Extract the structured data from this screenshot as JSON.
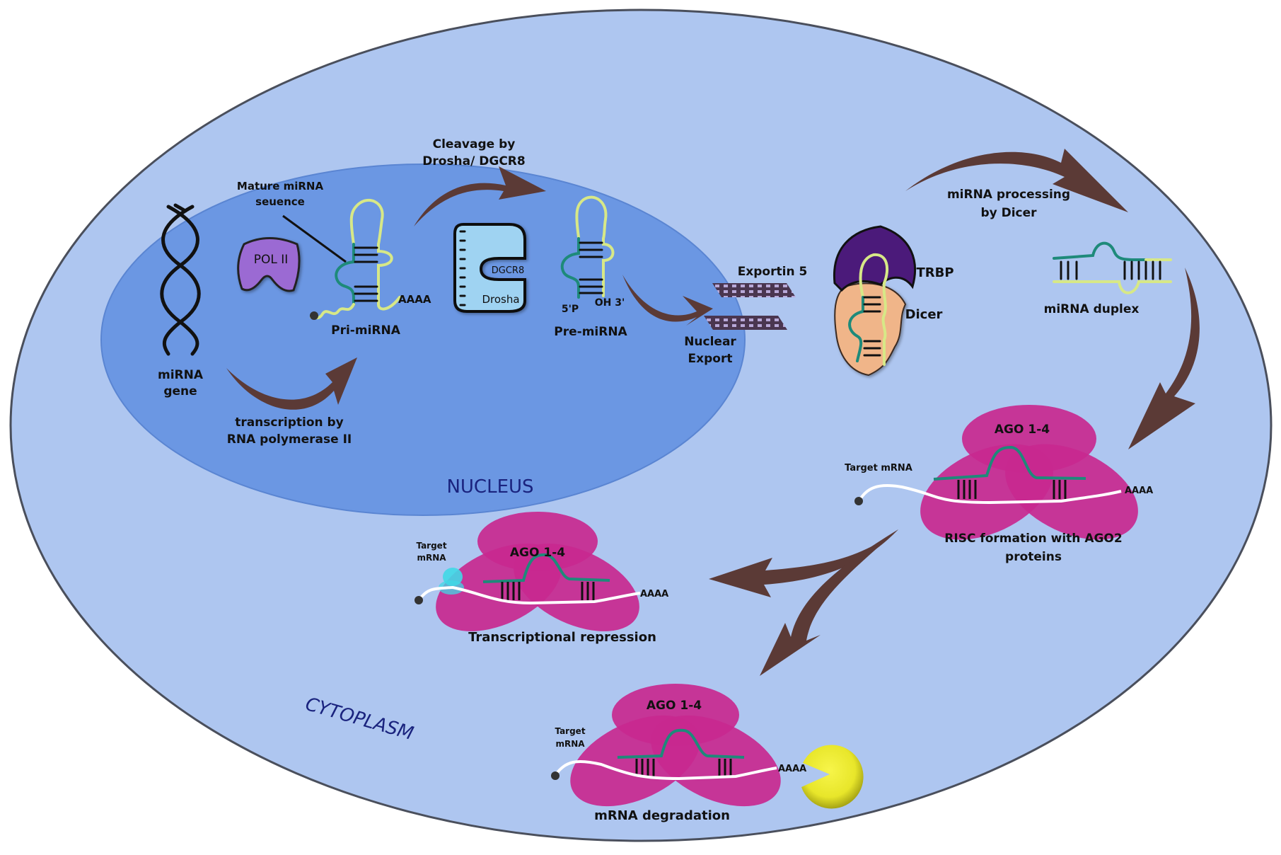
{
  "title": "miRNA biogenesis and mechanism of action",
  "colors": {
    "background": "#ffffff",
    "cytoplasm_fill": "#aec6f0",
    "cell_border": "#4a4f5c",
    "nucleus_fill": "#6b97e3",
    "arrow": "#5b3a36",
    "ago_protein": "#c8288f",
    "ago_protein_dark": "#b81d80",
    "mirna_strand": "#1e8a7a",
    "passenger_strand": "#d7e887",
    "target_mrna": "#ffffff",
    "pol2": "#9b6bd3",
    "drosha": "#9fd3f2",
    "trbp": "#4b1a7a",
    "dicer": "#f0b589",
    "exportin": "#4a3650",
    "exonuclease": "#e8e62a",
    "cap_cap": "#333333",
    "region_label": "#1a237e",
    "repression_blocker": "#40d8e6"
  },
  "regions": {
    "nucleus": "NUCLEUS",
    "cytoplasm": "CYTOPLASM"
  },
  "nucleus": {
    "gene_label_line1": "miRNA",
    "gene_label_line2": "gene",
    "pol2_label": "POL II",
    "transcription_line1": "transcription by",
    "transcription_line2": "RNA polymerase II",
    "mature_seq_line1": "Mature miRNA",
    "mature_seq_line2": "seuence",
    "pri_mirna_label": "Pri-miRNA",
    "polya": "AAAA",
    "cleavage_line1": "Cleavage by",
    "cleavage_line2": "Drosha/ DGCR8",
    "dgcr8_label": "DGCR8",
    "drosha_label": "Drosha",
    "pre_mirna_label": "Pre-miRNA",
    "five_prime": "5'P",
    "three_prime": "OH 3'"
  },
  "export": {
    "exportin_label": "Exportin 5",
    "nuclear_export_line1": "Nuclear",
    "nuclear_export_line2": "Export"
  },
  "dicer": {
    "trbp_label": "TRBP",
    "dicer_label": "Dicer",
    "processing_line1": "miRNA processing",
    "processing_line2": "by Dicer",
    "duplex_label": "miRNA duplex"
  },
  "risc": {
    "ago_label": "AGO 1-4",
    "target_label": "Target mRNA",
    "polya": "AAAA",
    "caption_line1": "RISC formation with AGO2",
    "caption_line2": "proteins"
  },
  "repression": {
    "ago_label": "AGO 1-4",
    "target_line1": "Target",
    "target_line2": "mRNA",
    "polya": "AAAA",
    "caption": "Transcriptional repression"
  },
  "degradation": {
    "ago_label": "AGO 1-4",
    "target_line1": "Target",
    "target_line2": "mRNA",
    "polya": "AAAA",
    "caption": "mRNA degradation"
  }
}
